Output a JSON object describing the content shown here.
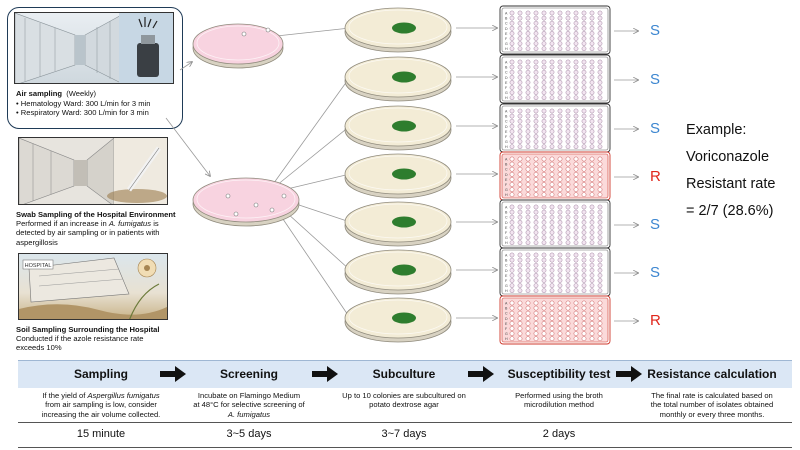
{
  "panels": {
    "air": {
      "title": "Air sampling",
      "freq": "(Weekly)",
      "bullets": [
        "Hematology Ward: 300 L/min for 3 min",
        "Respiratory Ward: 300 L/min for 3 min"
      ]
    },
    "swab": {
      "title": "Swab Sampling of the Hospital Environment",
      "line1_pre": "Performed if an increase in ",
      "line1_species": "A. fumigatus",
      "line1_post": " is",
      "line2": "detected by air sampling or in patients with",
      "line3": "aspergillosis"
    },
    "soil": {
      "title": "Soil Sampling Surrounding the Hospital",
      "line1": "Conducted if the azole resistance rate",
      "line2": "exceeds 10%",
      "sign": "HOSPITAL"
    }
  },
  "results": [
    "S",
    "S",
    "S",
    "R",
    "S",
    "S",
    "R"
  ],
  "plate_rows": [
    "A",
    "B",
    "C",
    "D",
    "E",
    "F",
    "G",
    "H"
  ],
  "colors": {
    "susceptible": "#3c86d0",
    "resistant": "#e0261b",
    "colony": "#2e7d2e",
    "flamingo_medium": "#f8d3e0",
    "pda_medium": "#f3ecd6",
    "band": "#dbe7f5"
  },
  "example": {
    "line1": "Example:",
    "line2": "Voriconazole",
    "line3": "Resistant rate",
    "line4": "= 2/7 (28.6%)"
  },
  "steps": [
    {
      "title": "Sampling",
      "desc": [
        "If the yield of ",
        "Aspergillus fumigatus",
        "from air sampling is low, consider",
        "increasing the air volume collected."
      ],
      "time": "15 minute"
    },
    {
      "title": "Screening",
      "desc": [
        "Incubate on Flamingo Medium",
        "at 48°C for selective screening of",
        "A. fumigatus"
      ],
      "time": "3~5 days"
    },
    {
      "title": "Subculture",
      "desc": [
        "Up to 10 colonies are subcultured on",
        "potato dextrose agar"
      ],
      "time": "3~7 days"
    },
    {
      "title": "Susceptibility test",
      "desc": [
        "Performed using the broth",
        "microdilution method"
      ],
      "time": "2 days"
    },
    {
      "title": "Resistance calculation",
      "desc": [
        "The final rate is calculated based on",
        "the total number of isolates obtained",
        "monthly or every three months."
      ],
      "time": ""
    }
  ]
}
